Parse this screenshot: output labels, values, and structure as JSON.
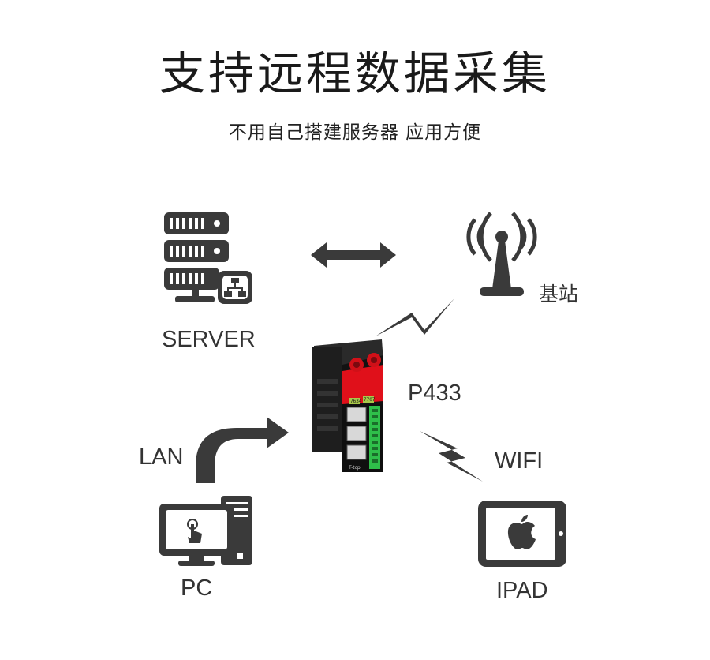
{
  "title": "支持远程数据采集",
  "subtitle": "不用自己搭建服务器  应用方便",
  "nodes": {
    "server": {
      "label": "SERVER",
      "icon": "server-rack-icon"
    },
    "base_station": {
      "label": "基站",
      "icon": "antenna-tower-icon"
    },
    "device": {
      "label": "P433",
      "icon": "industrial-router-icon"
    },
    "pc": {
      "label": "PC",
      "icon": "desktop-computer-icon"
    },
    "ipad": {
      "label": "IPAD",
      "icon": "tablet-apple-icon"
    }
  },
  "links": {
    "lan": {
      "label": "LAN"
    },
    "wifi": {
      "label": "WIFI"
    }
  },
  "device_ports": [
    "7634",
    "7707"
  ],
  "device_brand": "T-tcp",
  "colors": {
    "icon": "#3a3a3a",
    "accent_red": "#e0101a",
    "terminal_green": "#2fbf4a",
    "port_label_bg": "#a8c84a"
  }
}
